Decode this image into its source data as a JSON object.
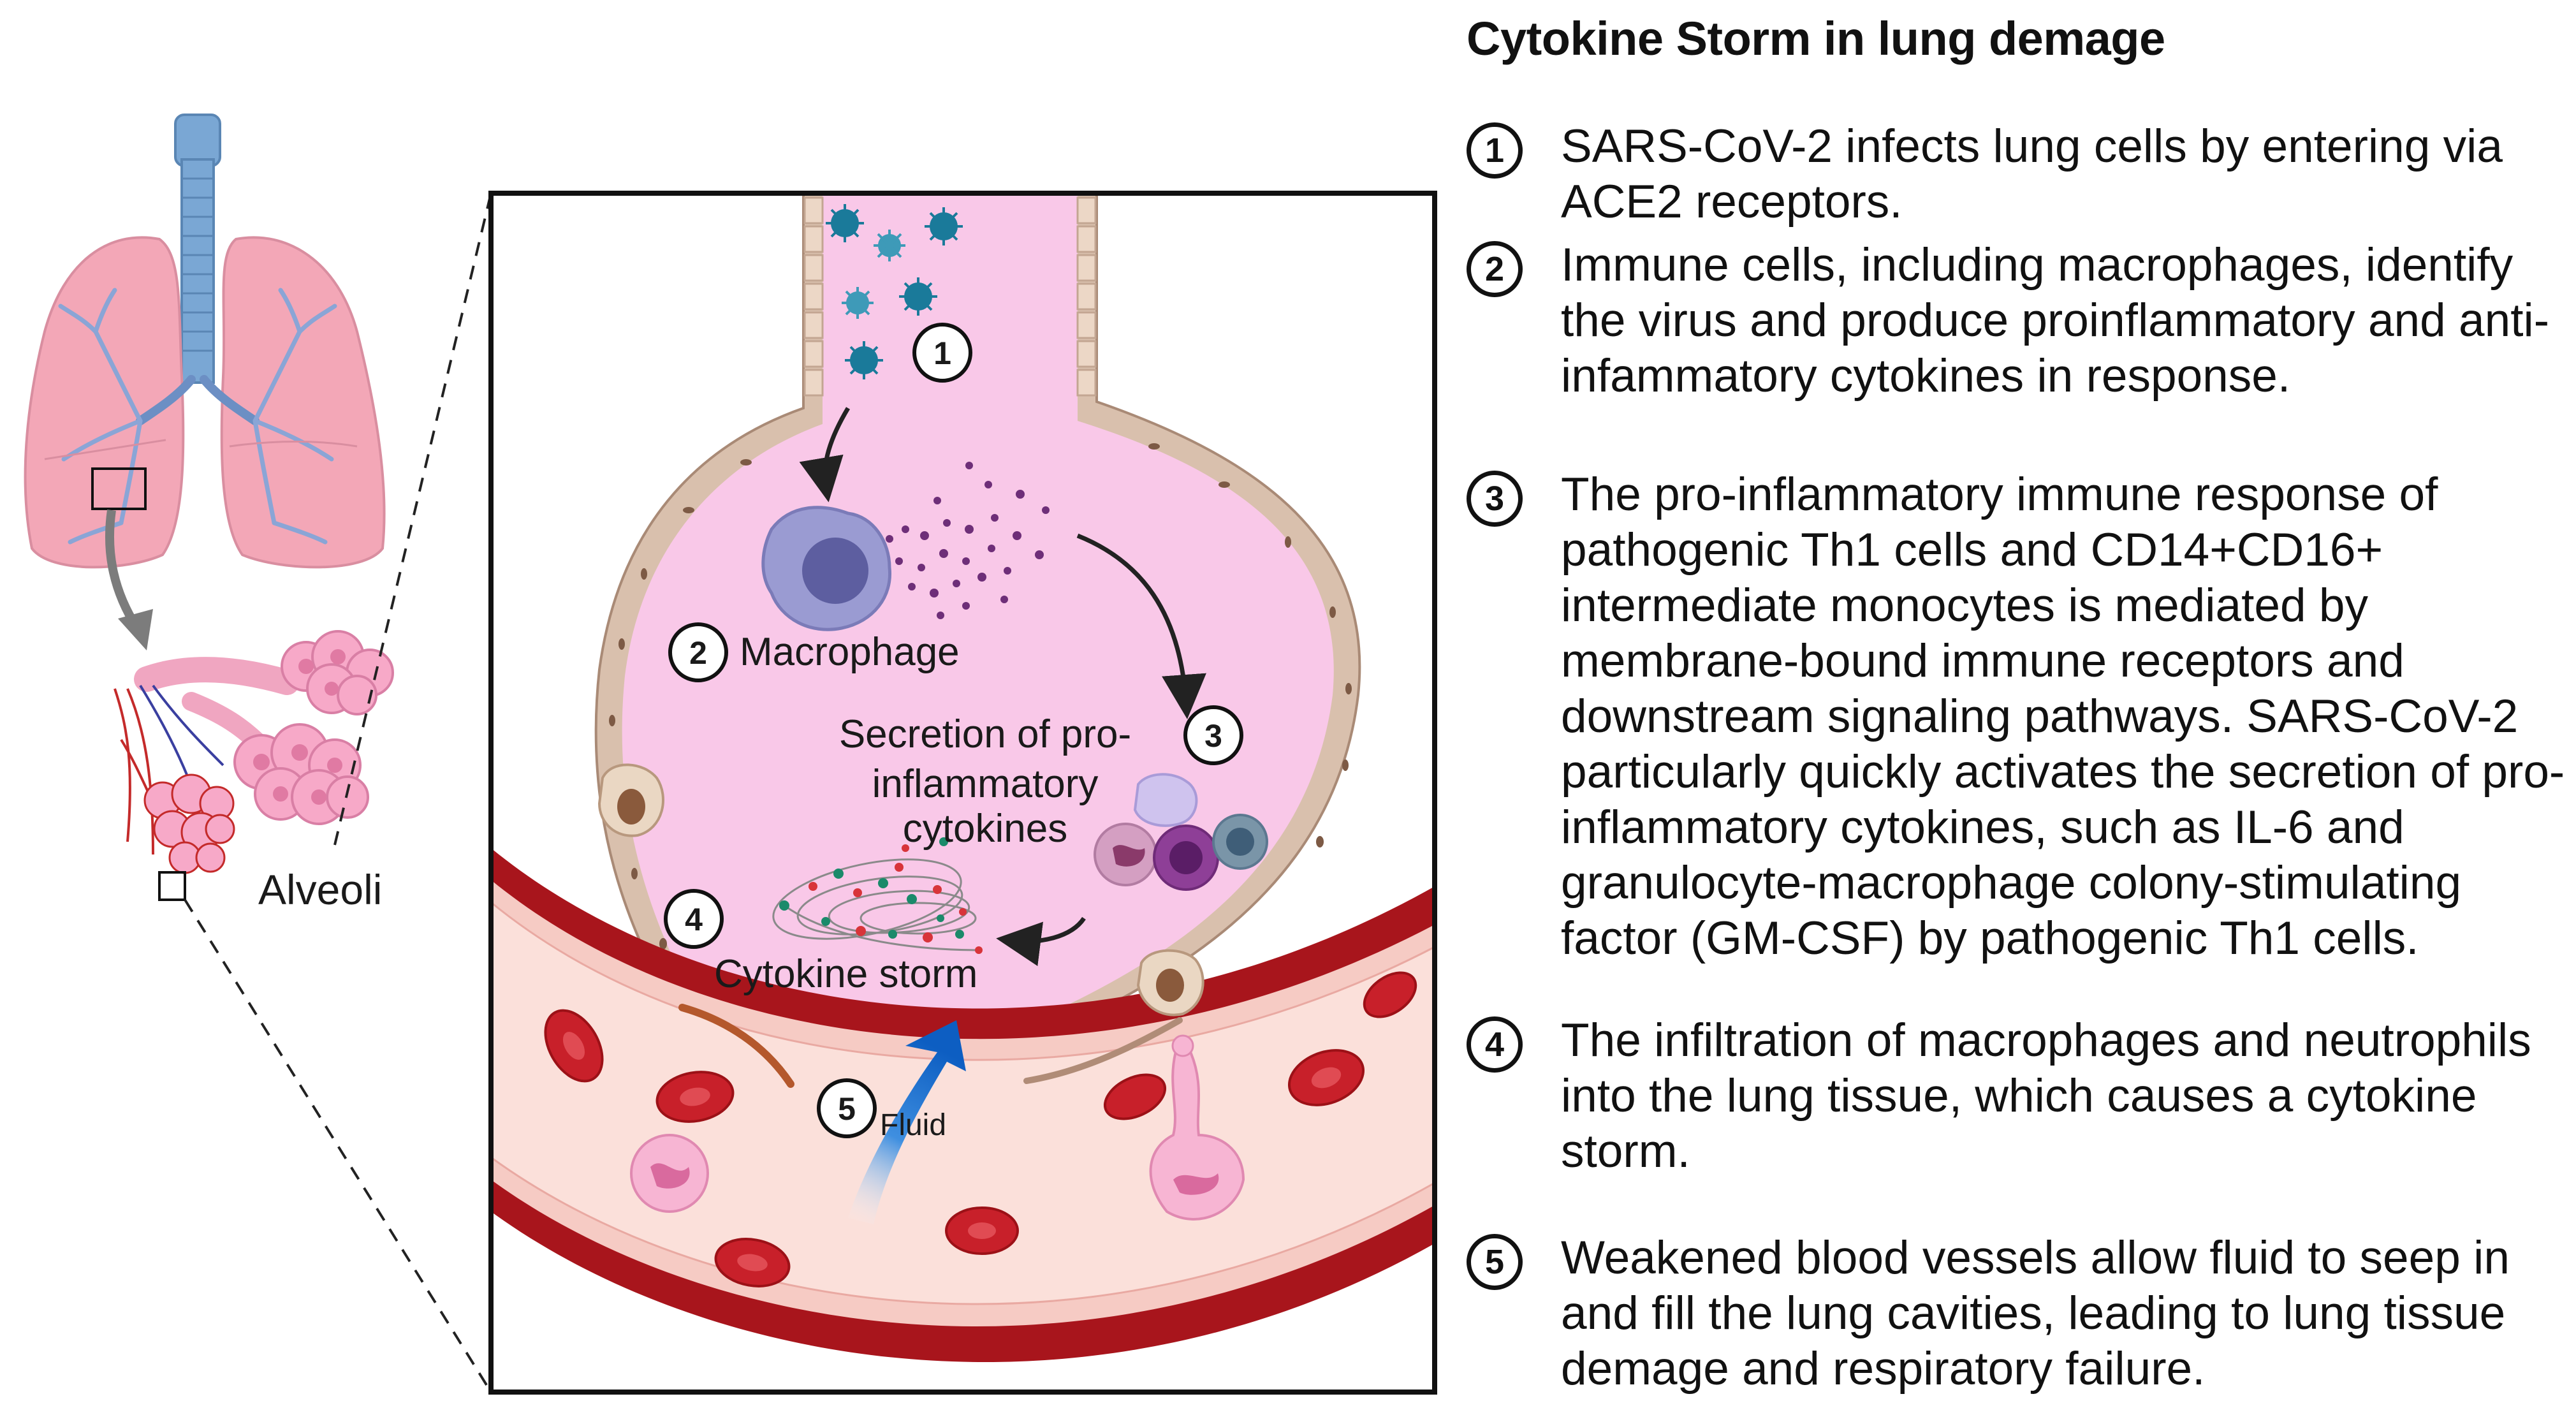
{
  "title": "Cytokine Storm in lung demage",
  "steps": [
    {
      "num": "1",
      "text": "SARS-CoV-2 infects lung cells by entering via ACE2 receptors."
    },
    {
      "num": "2",
      "text": "Immune cells, including macrophages, identify the virus and produce proinflammatory and anti-infammatory cytokines in response."
    },
    {
      "num": "3",
      "text": "The pro-inflammatory immune response of pathogenic Th1 cells and CD14+CD16+ intermediate monocytes is mediated by membrane-bound immune receptors and downstream signaling pathways. SARS-CoV-2 particularly quickly activates the secretion of pro-inflammatory cytokines, such as IL-6 and granulocyte-macrophage colony-stimulating factor (GM-CSF) by pathogenic Th1 cells."
    },
    {
      "num": "4",
      "text": "The infiltration of macrophages and neutrophils into the lung tissue, which causes a cytokine storm."
    },
    {
      "num": "5",
      "text": "Weakened blood vessels allow fluid to seep in and fill the lung cavities, leading to lung tissue demage and respiratory failure."
    }
  ],
  "labels": {
    "alveoli": "Alveoli",
    "macrophage": "Macrophage",
    "secretion_line1": "Secretion of pro-",
    "secretion_line2": "inflammatory",
    "secretion_line3": "cytokines",
    "cytokine_storm": "Cytokine storm",
    "fluid": "Fluid"
  },
  "markers": [
    "1",
    "2",
    "3",
    "4",
    "5"
  ],
  "colors": {
    "lung_pink": "#f3a7b7",
    "alveolus_pink": "#f9c9e6",
    "airway_blue": "#6c9fce",
    "vessel_red": "#a8151c",
    "rbc_red": "#c8202a",
    "fluid_arrow_blue": "#1565c0",
    "virus_teal": "#1a7a9a"
  }
}
